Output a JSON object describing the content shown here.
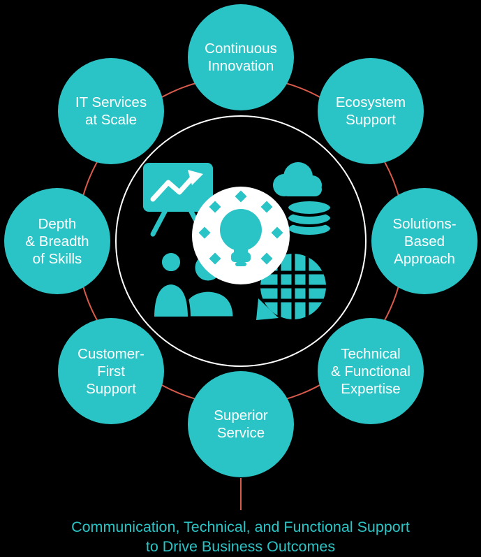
{
  "colors": {
    "teal": "#2BC4C6",
    "ring_red": "#D95B4C",
    "background": "#000000",
    "node_text": "#FFFFFF"
  },
  "center": {
    "icons": [
      "presentation-chart-icon",
      "cloud-icon",
      "database-coins-icon",
      "globe-grid-icon",
      "team-icon",
      "lightbulb-icon"
    ]
  },
  "nodes": [
    {
      "id": "continuous-innovation",
      "label": "Continuous\nInnovation"
    },
    {
      "id": "ecosystem-support",
      "label": "Ecosystem\nSupport"
    },
    {
      "id": "solutions-based-approach",
      "label": "Solutions-\nBased\nApproach"
    },
    {
      "id": "technical-functional-expertise",
      "label": "Technical\n& Functional\nExpertise"
    },
    {
      "id": "superior-service",
      "label": "Superior\nService"
    },
    {
      "id": "customer-first-support",
      "label": "Customer-\nFirst\nSupport"
    },
    {
      "id": "depth-breadth-of-skills",
      "label": "Depth\n& Breadth\nof Skills"
    },
    {
      "id": "it-services-at-scale",
      "label": "IT Services\nat Scale"
    }
  ],
  "caption": "Communication, Technical, and Functional Support\nto Drive Business Outcomes"
}
